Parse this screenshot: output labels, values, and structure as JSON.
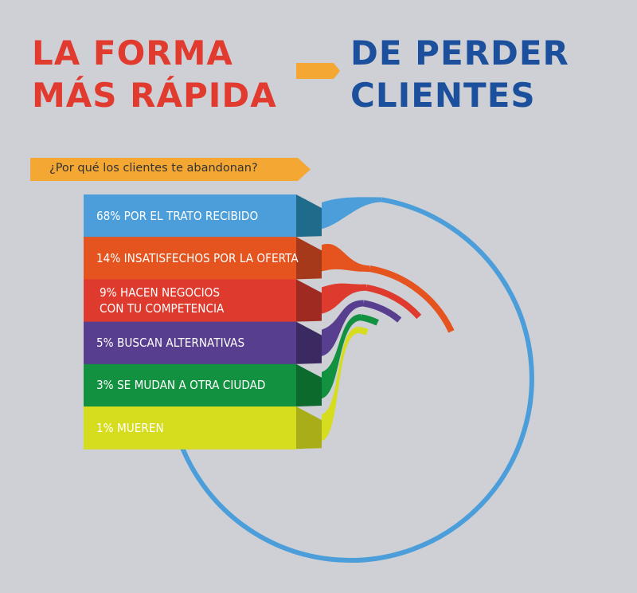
{
  "title": {
    "left": [
      "LA FORMA",
      "MÁS RÁPIDA"
    ],
    "right": [
      "DE PERDER",
      "CLIENTES"
    ]
  },
  "question": "¿Por qué los clientes te abandonan?",
  "colors": {
    "title_red": "#e13a2f",
    "title_blue": "#1c4f9c",
    "accent_orange": "#f5a733",
    "background": "#ced0d5"
  },
  "chart_data": {
    "type": "bar",
    "title": "",
    "categories": [
      "68% POR EL TRATO RECIBIDO",
      "14% INSATISFECHOS POR LA OFERTA",
      "9% HACEN NEGOCIOS CON TU COMPETENCIA",
      "5% BUSCAN ALTERNATIVAS",
      "3% SE MUDAN A OTRA CIUDAD",
      "1% MUEREN"
    ],
    "values": [
      68,
      14,
      9,
      5,
      3,
      1
    ],
    "labels": [
      [
        "68% POR EL TRATO RECIBIDO"
      ],
      [
        "14% INSATISFECHOS POR LA OFERTA"
      ],
      [
        "9% HACEN NEGOCIOS",
        "CON TU COMPETENCIA"
      ],
      [
        "5% BUSCAN ALTERNATIVAS"
      ],
      [
        "3% SE MUDAN A OTRA CIUDAD"
      ],
      [
        "1% MUEREN"
      ]
    ],
    "colors": [
      "#4b9ed9",
      "#e5531e",
      "#de3a2e",
      "#573e8e",
      "#129140",
      "#d6dc1e"
    ],
    "side_colors": [
      "#1f6b8c",
      "#a5391a",
      "#9e2a22",
      "#3b2961",
      "#0c6a2c",
      "#a9ad17"
    ]
  }
}
